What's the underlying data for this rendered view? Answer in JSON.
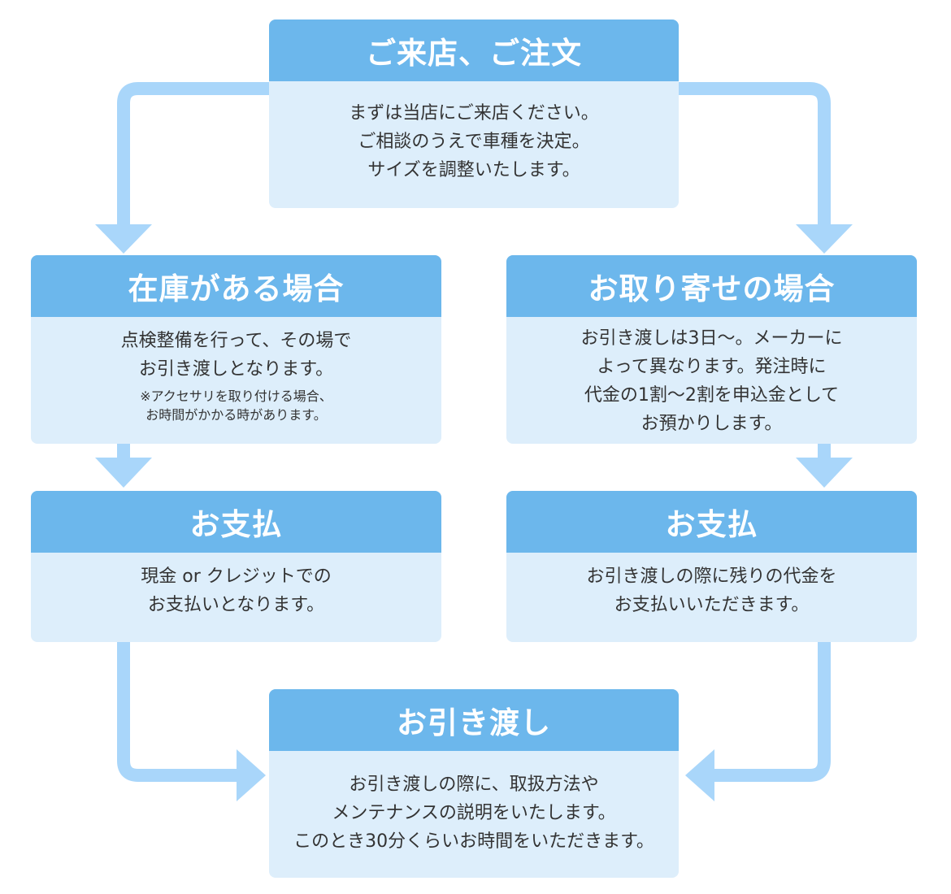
{
  "steps": {
    "order": {
      "title": "ご来店、ご注文",
      "lines": [
        "まずは当店にご来店ください。",
        "ご相談のうえで車種を決定。",
        "サイズを調整いたします。"
      ]
    },
    "in_stock": {
      "title": "在庫がある場合",
      "lines": [
        "点検整備を行って、その場で",
        "お引き渡しとなります。"
      ],
      "note_lines": [
        "※アクセサリを取り付ける場合、",
        "お時間がかかる時があります。"
      ]
    },
    "order_in": {
      "title": "お取り寄せの場合",
      "lines": [
        "お引き渡しは3日〜。メーカーに",
        "よって異なります。発注時に",
        "代金の1割〜2割を申込金として",
        "お預かりします。"
      ]
    },
    "pay_left": {
      "title": "お支払",
      "lines": [
        "現金 or クレジットでの",
        "お支払いとなります。"
      ]
    },
    "pay_right": {
      "title": "お支払",
      "lines": [
        "お引き渡しの際に残りの代金を",
        "お支払いいただきます。"
      ]
    },
    "delivery": {
      "title": "お引き渡し",
      "lines": [
        "お引き渡しの際に、取扱方法や",
        "メンテナンスの説明をいたします。",
        "このとき30分くらいお時間をいただきます。"
      ]
    }
  },
  "colors": {
    "header": "#6cb7ec",
    "box_body": "#ddeefb",
    "connector": "#a9d6fa",
    "text": "#333333"
  }
}
